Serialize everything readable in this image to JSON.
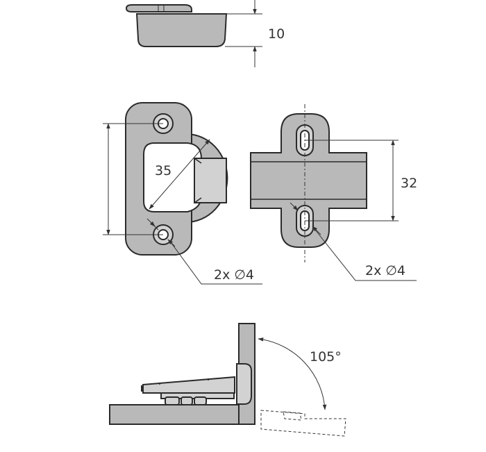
{
  "diagram": {
    "dim_height": "10",
    "dim_distance": "35",
    "dim_hole_spacing": "32",
    "holes_left": "2x ∅4",
    "holes_right": "2x ∅4",
    "opening_angle": "105°"
  },
  "colors": {
    "part_fill": "#b9b9b9",
    "light_fill": "#d2d2d2",
    "outline": "#2a2a2a",
    "background": "#ffffff"
  }
}
